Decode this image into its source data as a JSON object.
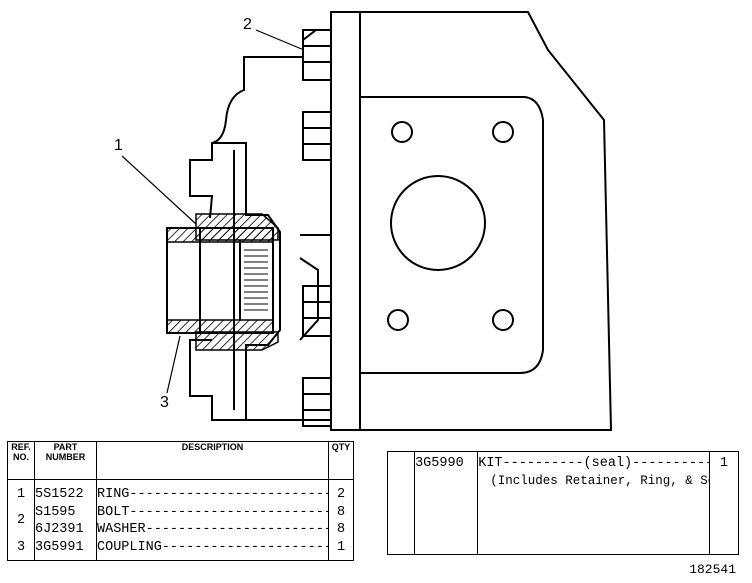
{
  "callouts": {
    "c1": "1",
    "c2": "2",
    "c3": "3"
  },
  "parts_table": {
    "headers": {
      "ref_no": "REF. NO.",
      "part_number": "PART NUMBER",
      "description": "DESCRIPTION",
      "qty": "QTY"
    },
    "rows": [
      {
        "ref": "1",
        "part_number": "5S1522",
        "description": "RING-----------------------------",
        "qty": "2"
      },
      {
        "ref": "2",
        "part_number": "S1595",
        "description": "BOLT-----------------------------",
        "qty": "8"
      },
      {
        "ref": "",
        "part_number": "6J2391",
        "description": "WASHER---------------------------",
        "qty": "8"
      },
      {
        "ref": "3",
        "part_number": "3G5991",
        "description": "COUPLING-------------------------",
        "qty": "1"
      }
    ]
  },
  "kit_table": {
    "part_number": "3G5990",
    "line1": "KIT----------(seal)------------",
    "line2": "(Includes Retainer, Ring, & Seal)",
    "qty": "1"
  },
  "figure_number": "182541"
}
